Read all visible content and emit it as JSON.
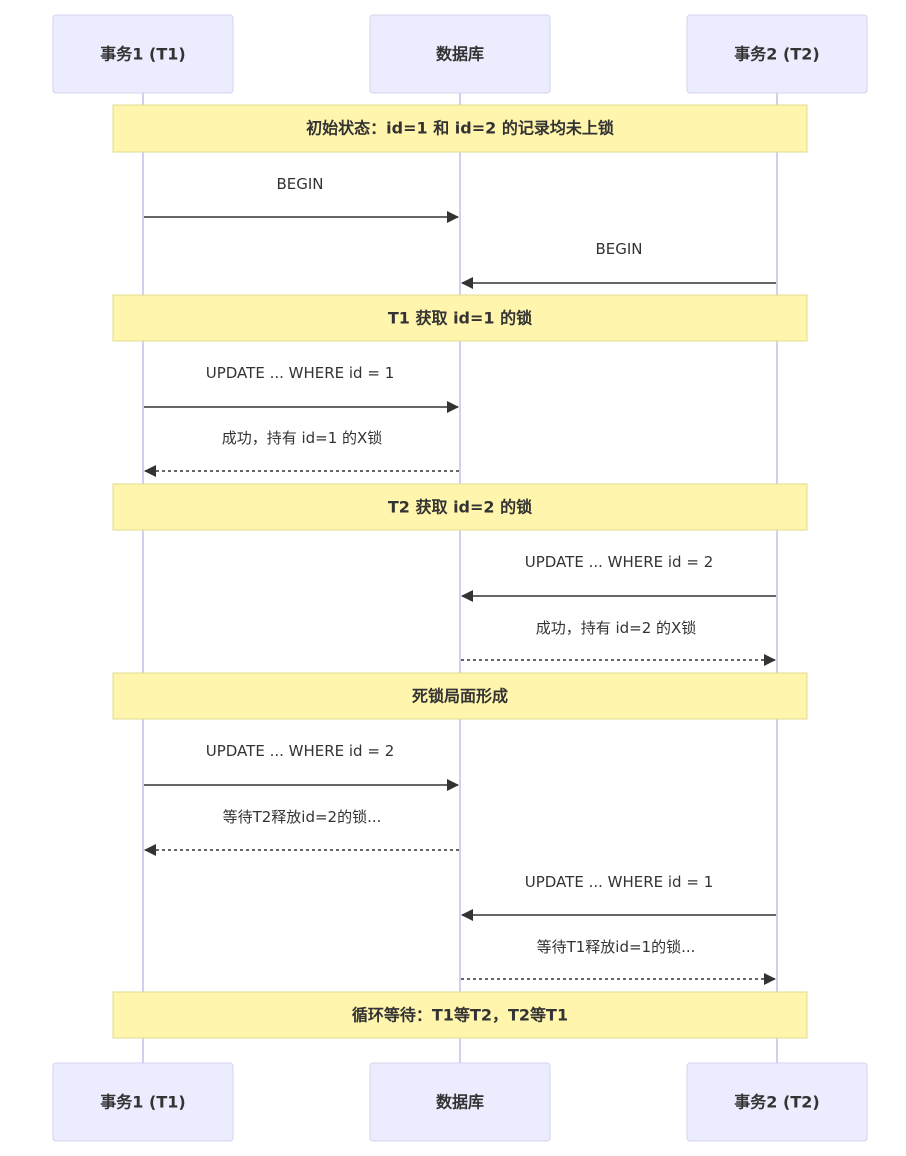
{
  "actors": [
    {
      "id": "T1",
      "label": "事务1 (T1)"
    },
    {
      "id": "DB",
      "label": "数据库"
    },
    {
      "id": "T2",
      "label": "事务2 (T2)"
    }
  ],
  "notes": [
    {
      "text": "初始状态：id=1 和 id=2 的记录均未上锁"
    },
    {
      "text": "T1 获取 id=1 的锁"
    },
    {
      "text": "T2 获取 id=2 的锁"
    },
    {
      "text": "死锁局面形成"
    },
    {
      "text": "循环等待：T1等T2，T2等T1"
    }
  ],
  "messages": [
    {
      "from": "T1",
      "to": "DB",
      "text": "BEGIN",
      "style": "solid"
    },
    {
      "from": "T2",
      "to": "DB",
      "text": "BEGIN",
      "style": "solid"
    },
    {
      "from": "T1",
      "to": "DB",
      "text": "UPDATE ... WHERE id = 1",
      "style": "solid"
    },
    {
      "from": "DB",
      "to": "T1",
      "text": "成功，持有 id=1 的X锁",
      "style": "dotted"
    },
    {
      "from": "T2",
      "to": "DB",
      "text": "UPDATE ... WHERE id = 2",
      "style": "solid"
    },
    {
      "from": "DB",
      "to": "T2",
      "text": "成功，持有 id=2 的X锁",
      "style": "dotted"
    },
    {
      "from": "T1",
      "to": "DB",
      "text": "UPDATE ... WHERE id = 2",
      "style": "solid"
    },
    {
      "from": "DB",
      "to": "T1",
      "text": "等待T2释放id=2的锁...",
      "style": "dotted"
    },
    {
      "from": "T2",
      "to": "DB",
      "text": "UPDATE ... WHERE id = 1",
      "style": "solid"
    },
    {
      "from": "DB",
      "to": "T2",
      "text": "等待T1释放id=1的锁...",
      "style": "dotted"
    }
  ]
}
